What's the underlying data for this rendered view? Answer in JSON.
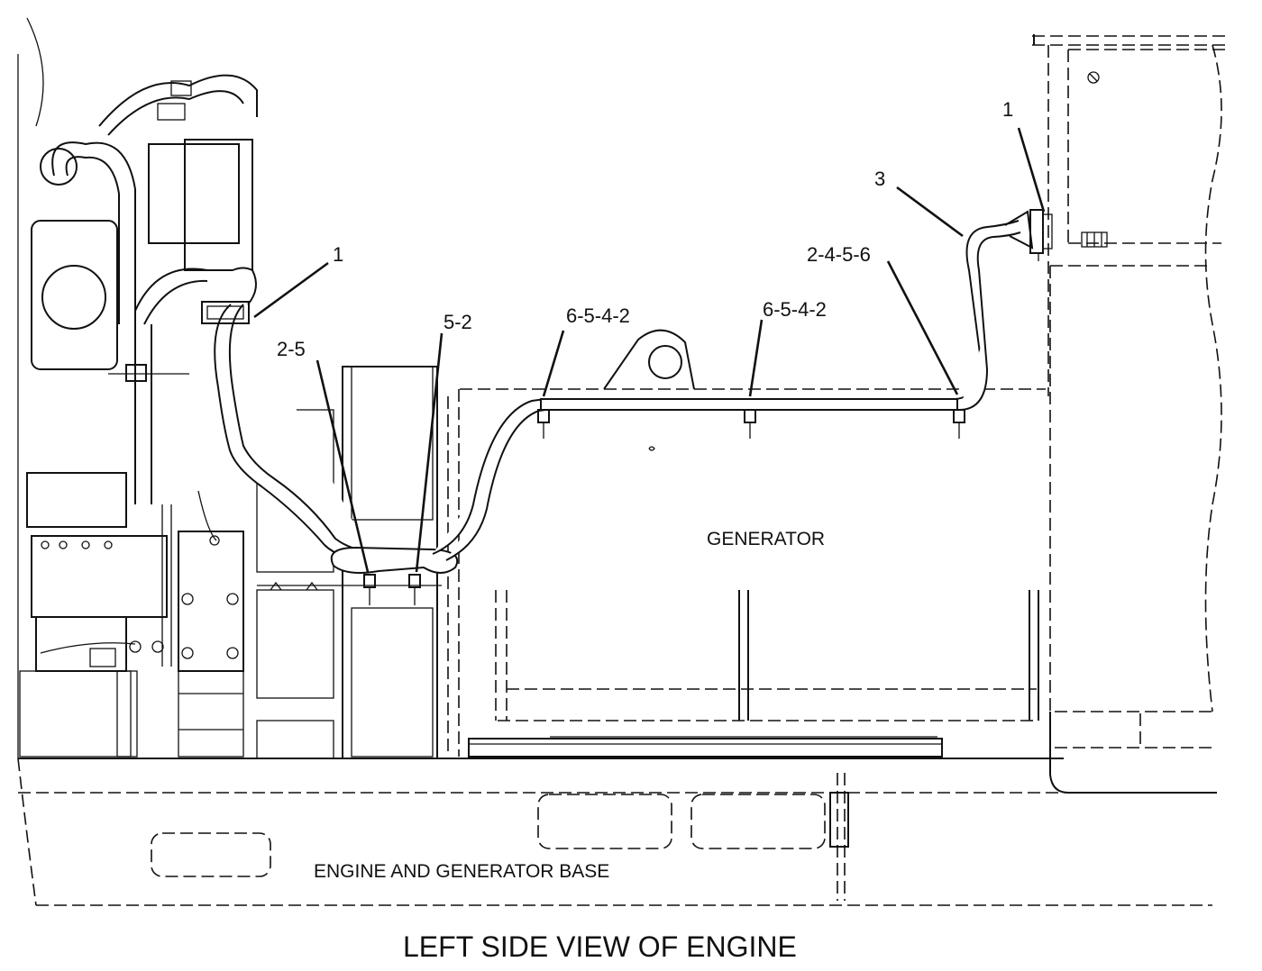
{
  "diagram": {
    "caption": "LEFT SIDE VIEW OF ENGINE",
    "labels": {
      "generator": "GENERATOR",
      "base": "ENGINE AND GENERATOR BASE"
    },
    "callouts": [
      {
        "id": "c1",
        "text": "1"
      },
      {
        "id": "c2",
        "text": "1"
      },
      {
        "id": "c3",
        "text": "3"
      },
      {
        "id": "c4",
        "text": "2-4-5-6"
      },
      {
        "id": "c5",
        "text": "6-5-4-2"
      },
      {
        "id": "c6",
        "text": "6-5-4-2"
      },
      {
        "id": "c7",
        "text": "5-2"
      },
      {
        "id": "c8",
        "text": "2-5"
      }
    ]
  }
}
